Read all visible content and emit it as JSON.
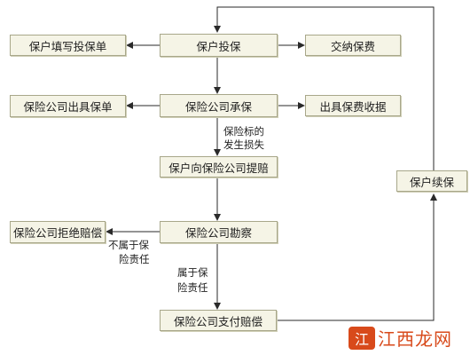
{
  "nodes": {
    "fill_form": "保户填写投保单",
    "apply": "保户投保",
    "pay_premium": "交纳保费",
    "issue_policy": "保险公司出具保单",
    "underwrite": "保险公司承保",
    "issue_receipt": "出具保费收据",
    "claim": "保户向保险公司提赔",
    "renew": "保户续保",
    "refuse": "保险公司拒绝赔偿",
    "survey": "保险公司勘察",
    "pay_claim": "保险公司支付赔偿"
  },
  "edge_labels": {
    "loss_line1": "保险标的",
    "loss_line2": "发生损失",
    "not_covered_line1": "不属于保",
    "not_covered_line2": "险责任",
    "covered_line1": "属于保",
    "covered_line2": "险责任"
  },
  "watermark": {
    "logo_glyph": "江",
    "text": "江西龙网"
  },
  "colors": {
    "box_fill": "#f5f4e6",
    "box_border": "#a8a78a",
    "line": "#2a2a2a",
    "watermark": "#d84a1b"
  }
}
